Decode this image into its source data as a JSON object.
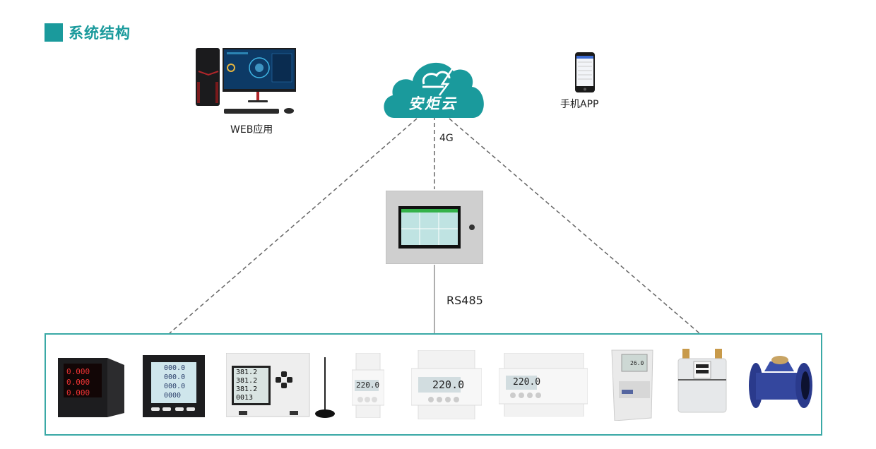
{
  "header": {
    "title": "系统结构",
    "accent_color": "#1a9a9c"
  },
  "top_nodes": {
    "web": {
      "label": "WEB应用",
      "icon": "desktop-computer-icon"
    },
    "cloud": {
      "label": "安炬云",
      "icon": "cloud-logo-icon",
      "color": "#1a9a9c"
    },
    "app": {
      "label": "手机APP",
      "icon": "smartphone-icon"
    }
  },
  "links": {
    "uplink": "4G",
    "downlink": "RS485"
  },
  "gateway": {
    "icon": "touchscreen-gateway-icon"
  },
  "devices": [
    {
      "name": "panel-meter-red-led",
      "readings": [
        "0.000",
        "0.000",
        "0.000"
      ]
    },
    {
      "name": "panel-meter-lcd",
      "readings": [
        "000.0",
        "000.0",
        "000.0",
        "0000"
      ]
    },
    {
      "name": "din-rail-wireless-meter",
      "readings": [
        "381.2",
        "381.2",
        "381.2",
        "0013"
      ]
    },
    {
      "name": "single-phase-din-meter-small",
      "readings": [
        "220.0"
      ]
    },
    {
      "name": "single-phase-din-meter",
      "readings": [
        "220.0"
      ]
    },
    {
      "name": "three-phase-din-meter",
      "readings": [
        "220.0"
      ]
    },
    {
      "name": "three-phase-wall-meter",
      "readings": [
        "26.0"
      ]
    },
    {
      "name": "gas-meter",
      "readings": []
    },
    {
      "name": "water-meter",
      "readings": []
    }
  ],
  "colors": {
    "border": "#3aa9a6",
    "dash": "#666666"
  }
}
